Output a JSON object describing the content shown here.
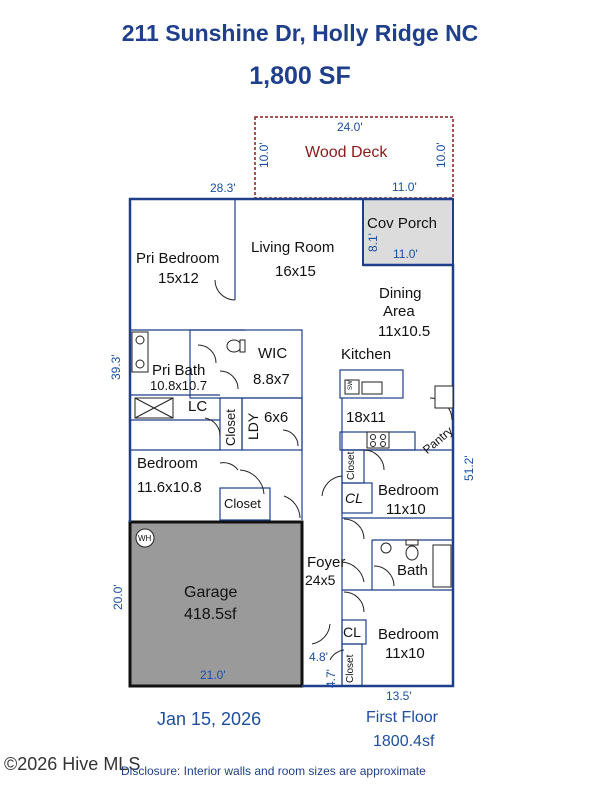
{
  "header": {
    "address": "211 Sunshine Dr, Holly Ridge NC",
    "area": "1,800 SF"
  },
  "rooms": {
    "wood_deck": "Wood Deck",
    "cov_porch": "Cov Porch",
    "pri_bedroom": "Pri Bedroom",
    "pri_bedroom_size": "15x12",
    "living_room": "Living Room",
    "living_room_size": "16x15",
    "dining": "Dining",
    "dining_area": "Area",
    "dining_size": "11x10.5",
    "kitchen": "Kitchen",
    "kitchen_size": "18x11",
    "pri_bath": "Pri Bath",
    "pri_bath_size": "10.8x10.7",
    "wic": "WIC",
    "wic_size": "8.8x7",
    "lc": "LC",
    "closet_v": "Closet",
    "ldy": "LDY",
    "ldy_size": "6x6",
    "pantry": "Pantry",
    "bedroom2": "Bedroom",
    "bedroom2_size": "11.6x10.8",
    "closet2": "Closet",
    "closet3": "Closet",
    "cl1": "CL",
    "bedroom3": "Bedroom",
    "bedroom3_size": "11x10",
    "foyer": "Foyer",
    "foyer_size": "24x5",
    "bath": "Bath",
    "garage": "Garage",
    "garage_size": "418.5sf",
    "wh": "WH",
    "sw": "SW",
    "cl2": "CL",
    "closet4": "Closet",
    "bedroom4": "Bedroom",
    "bedroom4_size": "11x10"
  },
  "dimensions": {
    "deck_width": "24.0'",
    "deck_left": "10.0'",
    "deck_right": "10.0'",
    "deck_bottom": "11.0'",
    "top_width": "28.3'",
    "porch_height": "8.1'",
    "porch_width": "11.0'",
    "left_height": "39.3'",
    "right_height": "51.2'",
    "garage_height": "20.0'",
    "garage_width": "21.0'",
    "entry_width": "4.8'",
    "entry_height": "4.7'",
    "bottom_width": "13.5'"
  },
  "footer": {
    "date": "Jan 15, 2026",
    "floor": "First Floor",
    "floor_area": "1800.4sf",
    "watermark": "©2026 Hive MLS",
    "disclosure": "Disclosure: Interior walls and room sizes are approximate"
  }
}
